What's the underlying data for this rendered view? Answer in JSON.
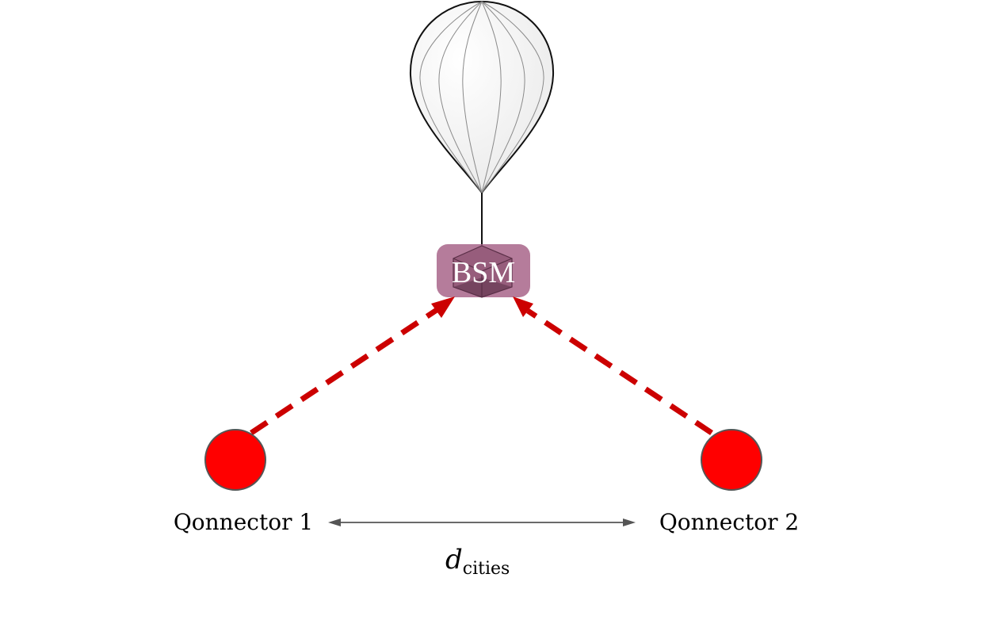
{
  "node_labels": {
    "bsm": "BSM",
    "qonnector_1": "Qonnector 1",
    "qonnector_2": "Qonnector 2"
  },
  "distance_label": {
    "variable": "d",
    "subscript": "cities"
  },
  "colors": {
    "qonnector_fill": "#ff0000",
    "qonnector_stroke": "#555555",
    "link_arrow": "#cc0000",
    "bsm_fill": "#a8658a",
    "bsm_cube_stroke": "#5a2f47",
    "balloon_fill": "#f4f4f4",
    "balloon_stroke": "#111111",
    "distance_arrow": "#555555"
  },
  "icons": {
    "balloon": "balloon-icon",
    "bsm_device": "cube-icon"
  }
}
